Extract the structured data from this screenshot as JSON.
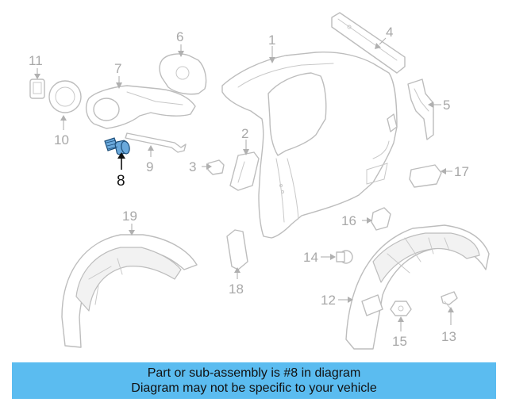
{
  "diagram": {
    "highlighted_part": "8",
    "highlight_color": "#6aa9dc",
    "callouts": {
      "c1": "1",
      "c2": "2",
      "c3": "3",
      "c4": "4",
      "c5": "5",
      "c6": "6",
      "c7": "7",
      "c8": "8",
      "c9": "9",
      "c10": "10",
      "c11": "11",
      "c12": "12",
      "c13": "13",
      "c14": "14",
      "c15": "15",
      "c16": "16",
      "c17": "17",
      "c18": "18",
      "c19": "19"
    }
  },
  "footer": {
    "background": "#5bbcf0",
    "line1": "Part or sub-assembly is #8 in diagram",
    "line2": "Diagram may not be specific to your vehicle"
  }
}
